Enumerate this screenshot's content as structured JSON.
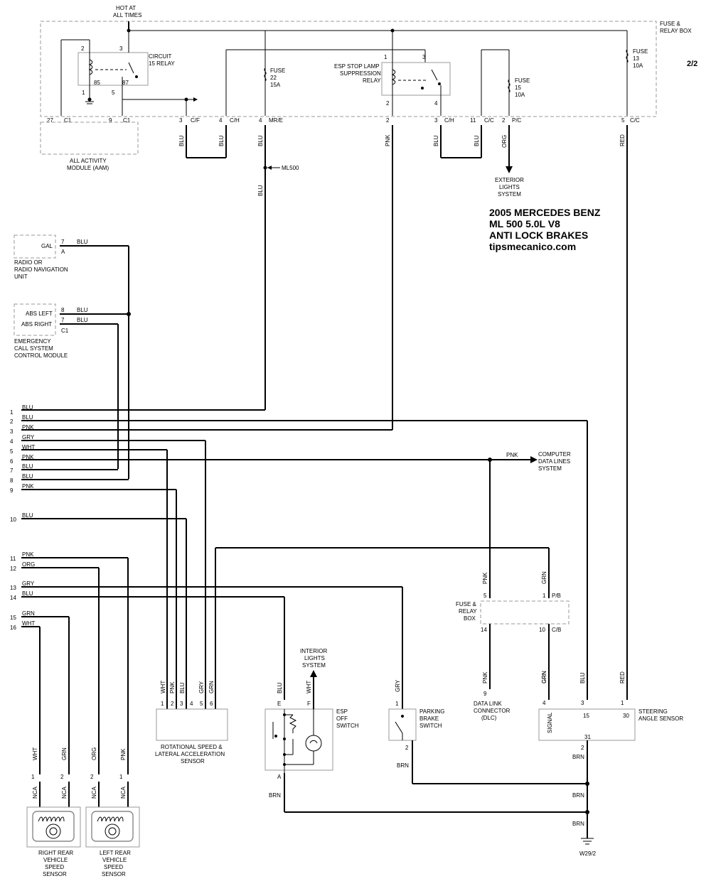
{
  "title": {
    "line1": "2005 MERCEDES BENZ",
    "line2": "ML 500  5.0L V8",
    "line3": "ANTI LOCK BRAKES",
    "site": "tipsmecanico.com"
  },
  "page_num": "2/2",
  "fuse_box": {
    "hot": [
      "HOT AT",
      "ALL TIMES"
    ],
    "label": [
      "FUSE &",
      "RELAY BOX"
    ]
  },
  "circuit15": {
    "label": [
      "CIRCUIT",
      "15 RELAY"
    ],
    "pins": [
      "2",
      "3",
      "85",
      "87",
      "1",
      "5"
    ]
  },
  "fuse22": [
    "FUSE",
    "22",
    "15A"
  ],
  "fuse15": [
    "FUSE",
    "15",
    "10A"
  ],
  "fuse13": [
    "FUSE",
    "13",
    "10A"
  ],
  "esp_relay": {
    "label": [
      "ESP STOP LAMP",
      "SUPPRESSION",
      "RELAY"
    ],
    "pins": [
      "1",
      "3",
      "2",
      "4"
    ]
  },
  "fb_pins": [
    {
      "pin": "27",
      "conn": "C1"
    },
    {
      "pin": "9",
      "conn": "C1"
    },
    {
      "pin": "3",
      "conn": "C/F"
    },
    {
      "pin": "4",
      "conn": "C/H"
    },
    {
      "pin": "4",
      "conn": "MR/E"
    },
    {
      "pin": "2",
      "conn": ""
    },
    {
      "pin": "3",
      "conn": "C/H"
    },
    {
      "pin": "11",
      "conn": "C/C"
    },
    {
      "pin": "2",
      "conn": "P/C"
    },
    {
      "pin": "5",
      "conn": "C/C"
    }
  ],
  "fb_wires": [
    "BLU",
    "BLU",
    "BLU",
    "PNK",
    "BLU",
    "BLU",
    "ORG",
    "RED",
    "BLU"
  ],
  "aam": [
    "ALL ACTIVITY",
    "MODULE (AAM)"
  ],
  "ml500": "ML500",
  "exterior": [
    "EXTERIOR",
    "LIGHTS",
    "SYSTEM"
  ],
  "radio": {
    "gal": "GAL",
    "pin": "7",
    "conn": "A",
    "wire": "BLU",
    "caption": [
      "RADIO OR",
      "RADIO NAVIGATION",
      "UNIT"
    ]
  },
  "ecs": {
    "left": "ABS LEFT",
    "right": "ABS RIGHT",
    "pins": [
      "8",
      "7"
    ],
    "conn": "C1",
    "wires": [
      "BLU",
      "BLU"
    ],
    "caption": [
      "EMERGENCY",
      "CALL SYSTEM",
      "CONTROL MODULE"
    ]
  },
  "rows": [
    {
      "n": "1",
      "c": "BLU"
    },
    {
      "n": "2",
      "c": "BLU"
    },
    {
      "n": "3",
      "c": "PNK"
    },
    {
      "n": "4",
      "c": "GRY"
    },
    {
      "n": "5",
      "c": "WHT"
    },
    {
      "n": "6",
      "c": "PNK"
    },
    {
      "n": "7",
      "c": "BLU"
    },
    {
      "n": "8",
      "c": "BLU"
    },
    {
      "n": "9",
      "c": "PNK"
    },
    {
      "n": "10",
      "c": "BLU"
    },
    {
      "n": "11",
      "c": "PNK"
    },
    {
      "n": "12",
      "c": "ORG"
    },
    {
      "n": "13",
      "c": "GRY"
    },
    {
      "n": "14",
      "c": "BLU"
    },
    {
      "n": "15",
      "c": "GRN"
    },
    {
      "n": "16",
      "c": "WHT"
    }
  ],
  "computer": {
    "wire": "PNK",
    "label": [
      "COMPUTER",
      "DATA LINES",
      "SYSTEM"
    ]
  },
  "fb2": {
    "label": [
      "FUSE &",
      "RELAY",
      "BOX"
    ],
    "wires_top": [
      "PNK",
      "GRN"
    ],
    "pins_top": [
      "5",
      "1"
    ],
    "conn_top": "P/B",
    "pins_bot": [
      "14",
      "10"
    ],
    "conn_bot": "C/B",
    "wires_bot": [
      "PNK",
      "GRN"
    ]
  },
  "dlc": {
    "pin": "9",
    "label": [
      "DATA LINK",
      "CONNECTOR",
      "(DLC)"
    ]
  },
  "steer": {
    "wires": [
      "GRN",
      "BLU",
      "RED"
    ],
    "pins": [
      "4",
      "3",
      "1"
    ],
    "inner": [
      "SIGNAL",
      "15",
      "30",
      "31"
    ],
    "label": [
      "STEERING",
      "ANGLE SENSOR"
    ],
    "gnd_pin": "2",
    "gnd_wire": "BRN"
  },
  "rot": {
    "wires": [
      "WHT",
      "PNK",
      "BLU",
      "GRY",
      "GRN"
    ],
    "pins": [
      "1",
      "2",
      "3",
      "4",
      "5",
      "6"
    ],
    "label": [
      "ROTATIONAL SPEED &",
      "LATERAL ACCELERATION",
      "SENSOR"
    ]
  },
  "esp": {
    "wires": [
      "BLU",
      "WHT"
    ],
    "pins": [
      "E",
      "F",
      "A"
    ],
    "gnd_wire": "BRN",
    "interior": [
      "INTERIOR",
      "LIGHTS",
      "SYSTEM"
    ],
    "label": [
      "ESP",
      "OFF",
      "SWITCH"
    ]
  },
  "park": {
    "wire": "GRY",
    "pins": [
      "1",
      "2"
    ],
    "label": [
      "PARKING",
      "BRAKE",
      "SWITCH"
    ],
    "gnd_wire": "BRN"
  },
  "brn": [
    "BRN",
    "BRN"
  ],
  "ground": "W29/2",
  "rr": {
    "wires": [
      "WHT",
      "GRN"
    ],
    "pins": [
      "1",
      "2"
    ],
    "nca": "NCA",
    "label": [
      "RIGHT REAR",
      "VEHICLE",
      "SPEED",
      "SENSOR"
    ]
  },
  "lr": {
    "wires": [
      "ORG",
      "PNK"
    ],
    "pins": [
      "2",
      "1"
    ],
    "nca": "NCA",
    "label": [
      "LEFT REAR",
      "VEHICLE",
      "SPEED",
      "SENSOR"
    ]
  }
}
